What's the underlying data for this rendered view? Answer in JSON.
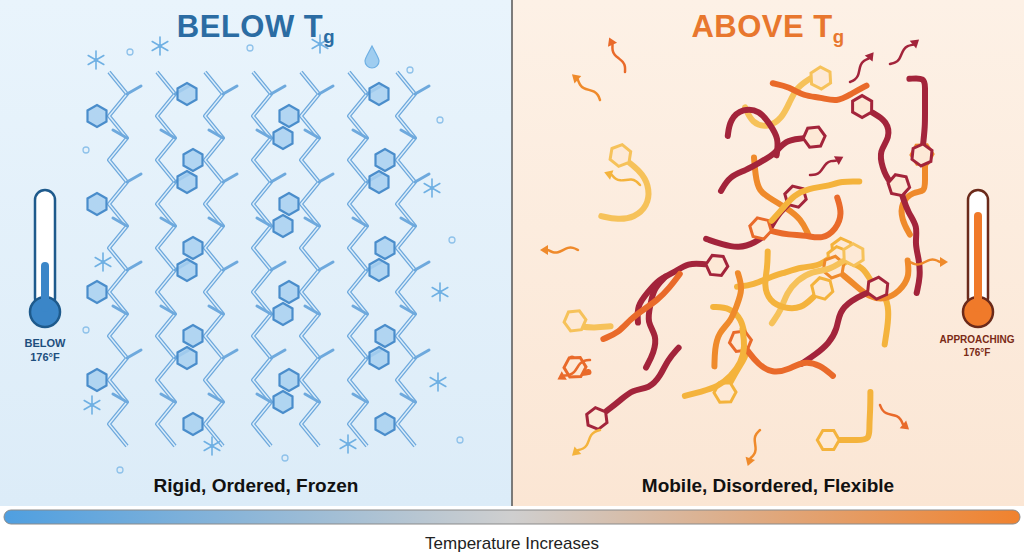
{
  "diagram": {
    "nodes": [
      {
        "text": [
          "BELOW Tg",
          "Rigid, Ordered, Frozen"
        ]
      },
      {
        "text": [
          "ABOVE Tg",
          "Mobile, Disordered, Flexible"
        ]
      }
    ],
    "labels": [
      "BELOW 176°F",
      "APPROACHING 176°F",
      "Temperature Increases"
    ]
  }
}
